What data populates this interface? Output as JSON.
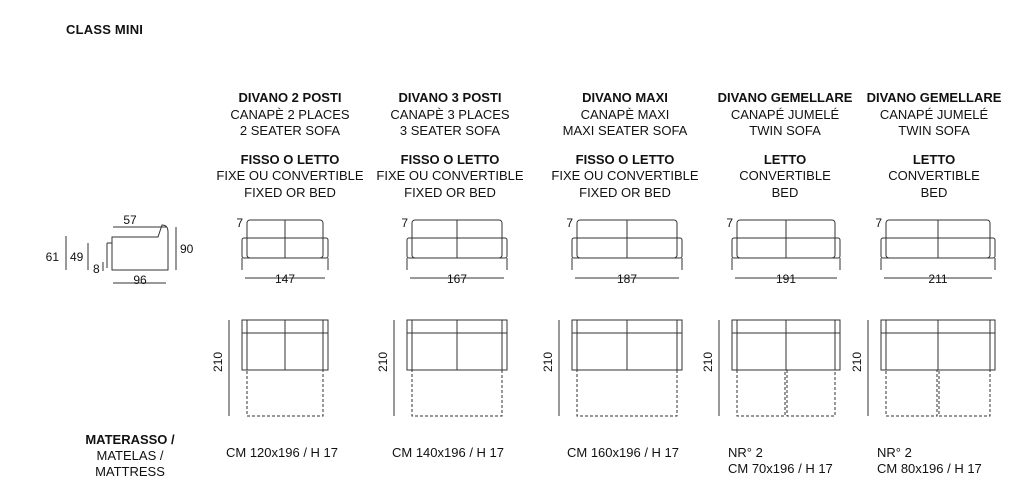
{
  "page_title": "CLASS MINI",
  "columns": [
    {
      "name_it": "DIVANO 2 POSTI",
      "name_fr": "CANAPÈ 2 PLACES",
      "name_en": "2 SEATER SOFA",
      "type_it": "FISSO O LETTO",
      "type_fr": "FIXE OU CONVERTIBLE",
      "type_en": "FIXED OR BED",
      "width": "147",
      "arm": "7",
      "depth": "210",
      "mattress_count": "",
      "mattress": "CM 120x196 / H 17"
    },
    {
      "name_it": "DIVANO 3 POSTI",
      "name_fr": "CANAPÈ 3 PLACES",
      "name_en": "3 SEATER SOFA",
      "type_it": "FISSO O LETTO",
      "type_fr": "FIXE OU CONVERTIBLE",
      "type_en": "FIXED OR BED",
      "width": "167",
      "arm": "7",
      "depth": "210",
      "mattress_count": "",
      "mattress": "CM 140x196 / H 17"
    },
    {
      "name_it": "DIVANO MAXI",
      "name_fr": "CANAPÈ MAXI",
      "name_en": "MAXI SEATER SOFA",
      "type_it": "FISSO O LETTO",
      "type_fr": "FIXE OU CONVERTIBLE",
      "type_en": "FIXED OR BED",
      "width": "187",
      "arm": "7",
      "depth": "210",
      "mattress_count": "",
      "mattress": "CM 160x196 / H 17"
    },
    {
      "name_it": "DIVANO GEMELLARE",
      "name_fr": "CANAPÉ JUMELÉ",
      "name_en": "TWIN SOFA",
      "type_it": "LETTO",
      "type_fr": "CONVERTIBLE",
      "type_en": "BED",
      "width": "191",
      "arm": "7",
      "depth": "210",
      "mattress_count": "NR° 2",
      "mattress": "CM 70x196 / H 17"
    },
    {
      "name_it": "DIVANO GEMELLARE",
      "name_fr": "CANAPÉ JUMELÉ",
      "name_en": "TWIN SOFA",
      "type_it": "LETTO",
      "type_fr": "CONVERTIBLE",
      "type_en": "BED",
      "width": "211",
      "arm": "7",
      "depth": "210",
      "mattress_count": "NR° 2",
      "mattress": "CM 80x196 / H 17"
    }
  ],
  "side_view": {
    "depth": "57",
    "height_total": "61",
    "height_seat": "49",
    "foot": "8",
    "width": "96",
    "height": "90"
  },
  "mattress_label": {
    "it": "MATERASSO /",
    "fr": "MATELAS /",
    "en": "MATTRESS"
  }
}
